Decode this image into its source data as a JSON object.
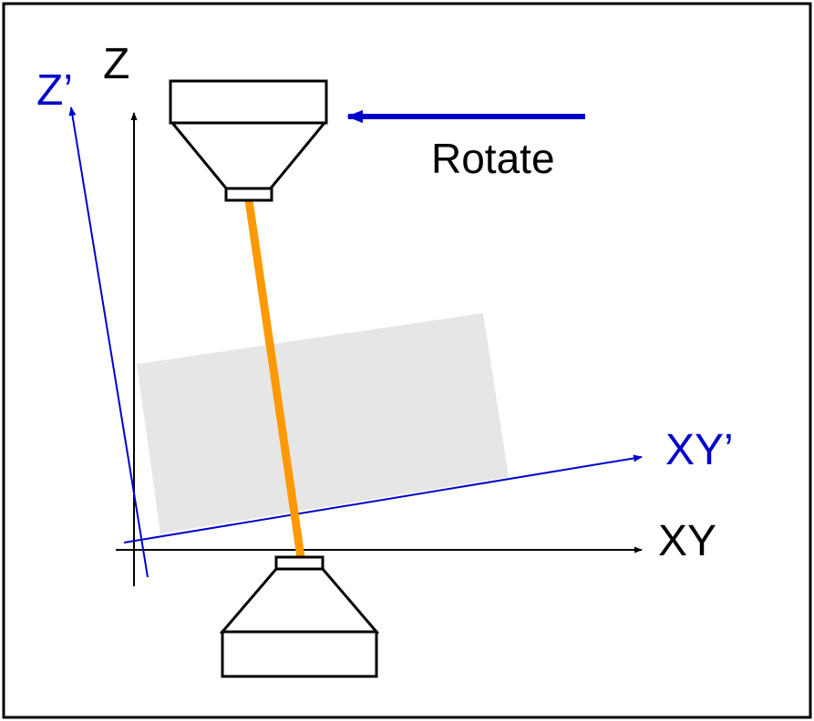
{
  "labels": {
    "z": "Z",
    "z_prime": "Z’",
    "xy": "XY",
    "xy_prime": "XY’",
    "rotate": "Rotate"
  },
  "colors": {
    "frame": "#000000",
    "axis_original": "#000000",
    "axis_rotated": "#0000cc",
    "beam": "#ff9900",
    "specimen_plane": "#e6e6e6",
    "rotate_arrow": "#0000cc",
    "background": "#ffffff"
  }
}
